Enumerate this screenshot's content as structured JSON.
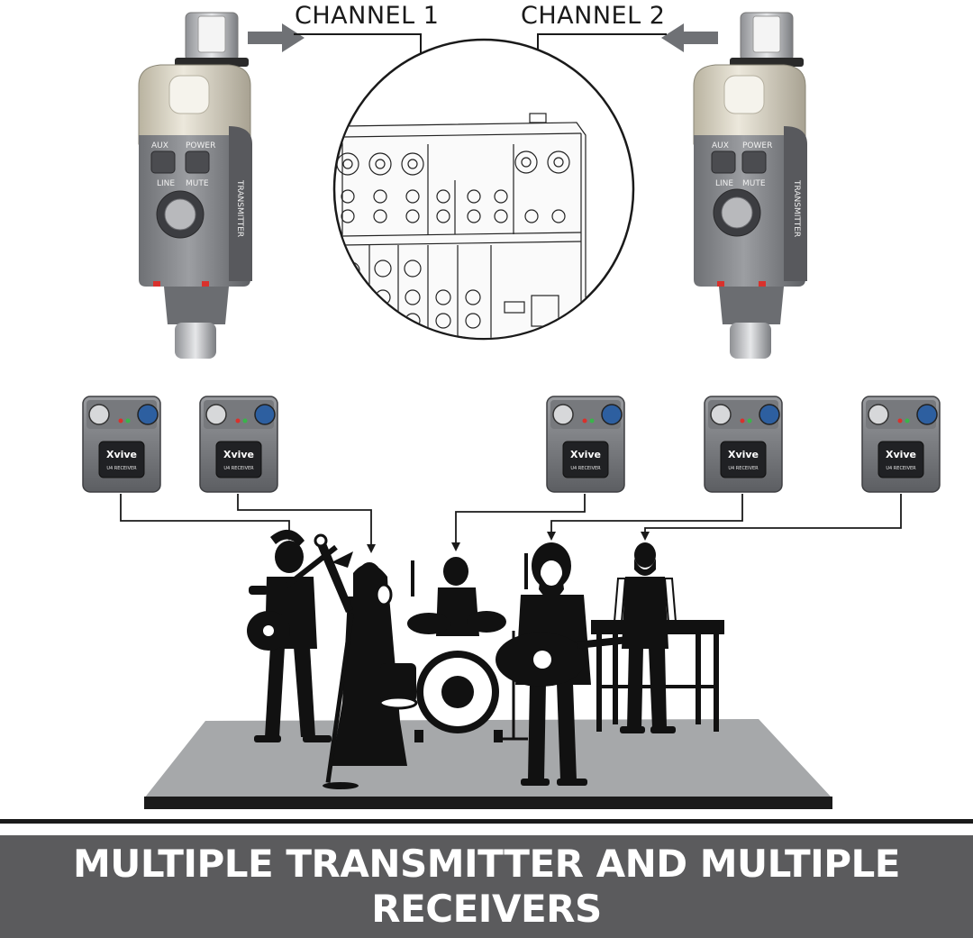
{
  "channels": {
    "channel_1": "CHANNEL 1",
    "channel_2": "CHANNEL 2"
  },
  "transmitter": {
    "label_aux": "AUX",
    "label_power": "POWER",
    "label_line": "LINE",
    "label_mute": "MUTE",
    "side_text": "TRANSMITTER"
  },
  "receivers": [
    {
      "brand": "Xvive",
      "model": "U4 RECEIVER"
    },
    {
      "brand": "Xvive",
      "model": "U4 RECEIVER"
    },
    {
      "brand": "Xvive",
      "model": "U4 RECEIVER"
    },
    {
      "brand": "Xvive",
      "model": "U4 RECEIVER"
    },
    {
      "brand": "Xvive",
      "model": "U4 RECEIVER"
    }
  ],
  "footer": {
    "line_1": "MULTIPLE  TRANSMITTER AND MULTIPLE",
    "line_2": "RECEIVERS"
  },
  "colors": {
    "footer_bg": "#5b5b5d",
    "stage": "#a6a8aa",
    "device_body": "#8a8c90",
    "device_gold": "#d9d4c4"
  }
}
